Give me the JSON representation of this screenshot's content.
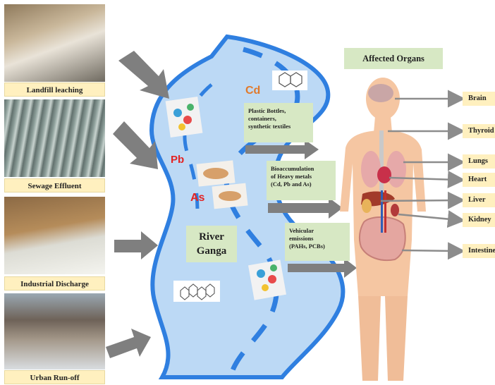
{
  "sources": [
    {
      "label": "Landfill leaching"
    },
    {
      "label": "Sewage Effluent"
    },
    {
      "label": "Industrial Discharge"
    },
    {
      "label": "Urban  Run-off"
    }
  ],
  "river": {
    "title_line1": "River",
    "title_line2": "Ganga"
  },
  "metals": {
    "cd": "Cd",
    "pb": "Pb",
    "as": "As"
  },
  "pollutant_boxes": {
    "plastic": {
      "line1": "Plastic Bottles,",
      "line2": "containers,",
      "line3": "synthetic textiles"
    },
    "bioaccumulation": {
      "line1": "Bioaccumulation",
      "line2": "of Heavy metals",
      "line3": "(Cd, Pb and As)"
    },
    "vehicular": {
      "line1": "Vehicular",
      "line2": "emissions",
      "line3": "(PAHs, PCBs)"
    }
  },
  "affected_title": "Affected Organs",
  "organs": [
    "Brain",
    "Thyroid",
    "Lungs",
    "Heart",
    "Liver",
    "Kidney",
    "Intestine"
  ],
  "colors": {
    "river": "#bcd9f5",
    "river_edge": "#2f7fe0",
    "label_bg": "#fff0bf",
    "box_bg": "#d7e8c4",
    "arrow": "#808080",
    "metal_cd": "#e07a2c",
    "metal_red": "#e32323"
  }
}
